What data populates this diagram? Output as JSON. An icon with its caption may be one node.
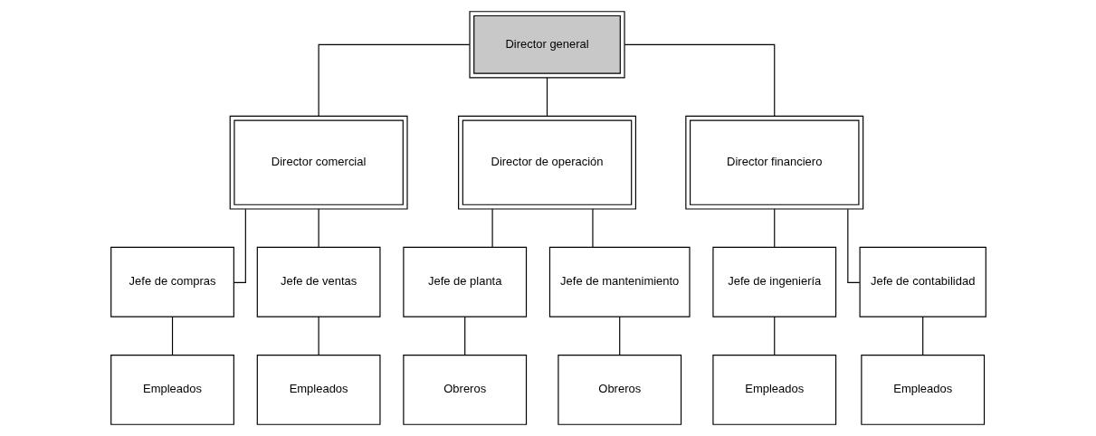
{
  "diagram": {
    "nodes": [
      {
        "text": [
          "Director general"
        ]
      },
      {
        "text": [
          "Director comercial"
        ]
      },
      {
        "text": [
          "Director de operación"
        ]
      },
      {
        "text": [
          "Director financiero"
        ]
      },
      {
        "text": [
          "Jefe de compras"
        ]
      },
      {
        "text": [
          "Jefe de ventas"
        ]
      },
      {
        "text": [
          "Jefe de planta"
        ]
      },
      {
        "text": [
          "Jefe de mantenimiento"
        ]
      },
      {
        "text": [
          "Jefe de ingeniería"
        ]
      },
      {
        "text": [
          "Jefe de contabilidad"
        ]
      },
      {
        "text": [
          "Empleados"
        ]
      },
      {
        "text": [
          "Empleados"
        ]
      },
      {
        "text": [
          "Obreros"
        ]
      },
      {
        "text": [
          "Obreros"
        ]
      },
      {
        "text": [
          "Empleados"
        ]
      },
      {
        "text": [
          "Empleados"
        ]
      }
    ],
    "edges": [
      {
        "from": 0,
        "to": 1,
        "arrow": "none"
      },
      {
        "from": 0,
        "to": 2,
        "arrow": "none"
      },
      {
        "from": 0,
        "to": 3,
        "arrow": "none"
      },
      {
        "from": 1,
        "to": 4,
        "arrow": "none"
      },
      {
        "from": 1,
        "to": 5,
        "arrow": "none"
      },
      {
        "from": 2,
        "to": 6,
        "arrow": "none"
      },
      {
        "from": 2,
        "to": 7,
        "arrow": "none"
      },
      {
        "from": 3,
        "to": 8,
        "arrow": "none"
      },
      {
        "from": 3,
        "to": 9,
        "arrow": "none"
      },
      {
        "from": 4,
        "to": 10,
        "arrow": "none"
      },
      {
        "from": 5,
        "to": 11,
        "arrow": "none"
      },
      {
        "from": 6,
        "to": 12,
        "arrow": "none"
      },
      {
        "from": 7,
        "to": 13,
        "arrow": "none"
      },
      {
        "from": 8,
        "to": 14,
        "arrow": "none"
      },
      {
        "from": 9,
        "to": 15,
        "arrow": "none"
      }
    ]
  }
}
